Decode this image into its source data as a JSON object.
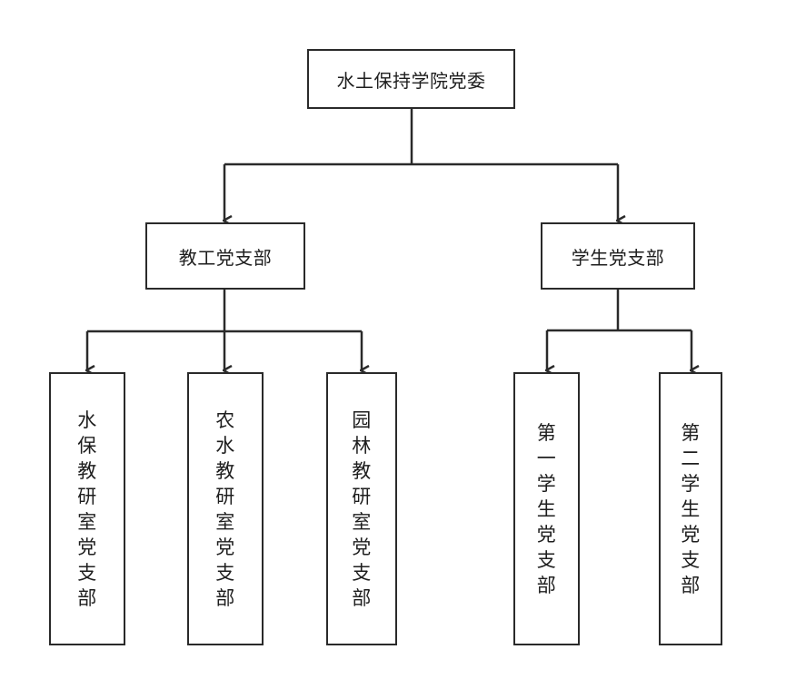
{
  "diagram": {
    "root": {
      "label": "水土保持学院党委"
    },
    "branches": [
      {
        "label": "教工党支部",
        "children": [
          {
            "label": "水保教研室党支部"
          },
          {
            "label": "农水教研室党支部"
          },
          {
            "label": "园林教研室党支部"
          }
        ]
      },
      {
        "label": "学生党支部",
        "children": [
          {
            "label": "第一学生党支部"
          },
          {
            "label": "第二学生党支部"
          }
        ]
      }
    ]
  },
  "colors": {
    "line": "#2a2a2a",
    "box_border": "#2a2a2a",
    "text": "#1e1e1e",
    "background": "#ffffff"
  }
}
